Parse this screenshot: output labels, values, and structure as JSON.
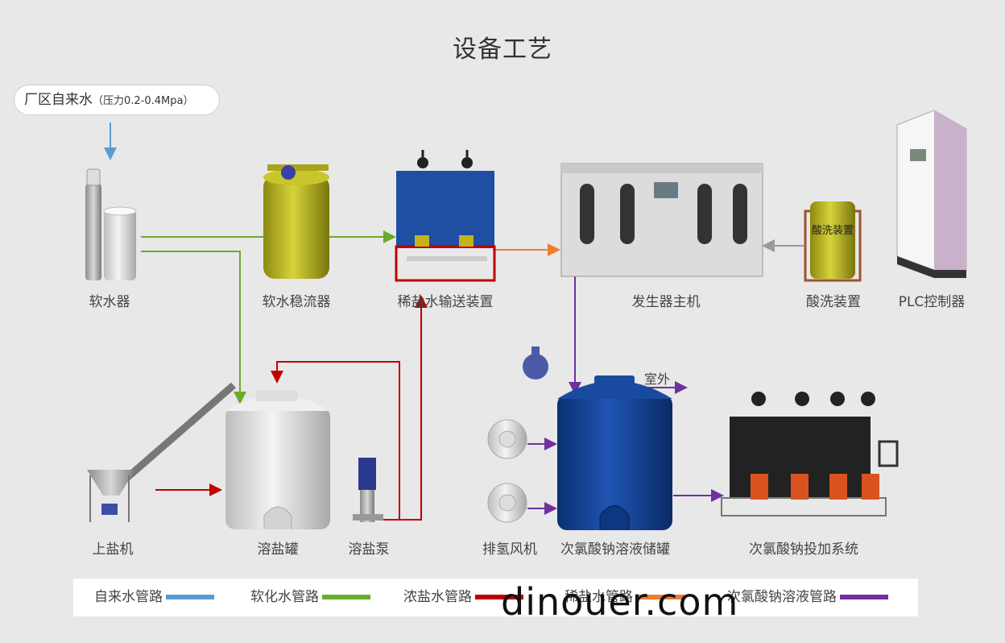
{
  "title": "设备工艺",
  "source": {
    "main": "厂区自来水",
    "pressure": "（压力0.2-0.4Mpa）"
  },
  "equipment": {
    "softener": "软水器",
    "stabilizer": "软水稳流器",
    "dilute_brine_unit": "稀盐水输送装置",
    "generator": "发生器主机",
    "acid_wash": "酸洗装置",
    "plc": "PLC控制器",
    "salt_loader": "上盐机",
    "salt_tank": "溶盐罐",
    "salt_pump": "溶盐泵",
    "exhaust_fan": "排氢风机",
    "storage_tank": "次氯酸钠溶液储罐",
    "dosing_system": "次氯酸钠投加系统"
  },
  "acid_wash_tank_text": "酸洗装置",
  "outdoor": "室外",
  "legend": [
    {
      "label": "自来水管路",
      "color": "#5b9bd5"
    },
    {
      "label": "软化水管路",
      "color": "#6aac2a"
    },
    {
      "label": "浓盐水管路",
      "color": "#c00000"
    },
    {
      "label": "稀盐水管路",
      "color": "#ed7d31"
    },
    {
      "label": "次氯酸钠溶液管路",
      "color": "#7030a0"
    }
  ],
  "watermark": "dinouer.com"
}
